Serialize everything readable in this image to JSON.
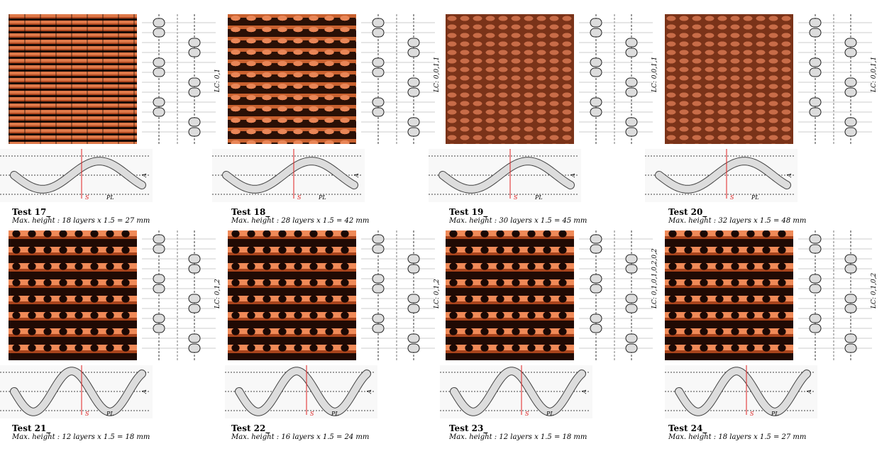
{
  "panels": [
    {
      "title": "Test 17_",
      "caption": "Max. height : 18 layers x 1.5 = 27 mm",
      "lc": "LC: 0,1",
      "texture": 1
    },
    {
      "title": "Test 18_",
      "caption": "Max. height : 28 layers x 1.5 = 42 mm",
      "lc": "LC: 0,0,1,1",
      "texture": 2
    },
    {
      "title": "Test 19_",
      "caption": "Max. height : 30 layers x 1.5 = 45 mm",
      "lc": "LC: 0,0,1,1",
      "texture": 3
    },
    {
      "title": "Test 20_",
      "caption": "Max. height : 32 layers x 1.5 = 48 mm",
      "lc": "LC: 0,0,1,1",
      "texture": 3
    },
    {
      "title": "Test 21_",
      "caption": "Max. height : 12 layers x 1.5 = 18 mm",
      "lc": "LC: 0,1,2",
      "texture": 4
    },
    {
      "title": "Test 22_",
      "caption": "Max. height : 16 layers x 1.5 = 24 mm",
      "lc": "LC: 0,1,2",
      "texture": 4
    },
    {
      "title": "Test 23_",
      "caption": "Max. height : 12 layers x 1.5 = 18 mm",
      "lc": "LC: 0,1,0,1,0,2,0,2",
      "texture": 4
    },
    {
      "title": "Test 24_",
      "caption": "Max. height : 18 layers x 1.5 = 27 mm",
      "lc": "LC: 0,1,0,2",
      "texture": 4
    }
  ],
  "labels": {
    "s": "S",
    "pl": "PL",
    "a": "A"
  },
  "colors": {
    "accent": "#e02020"
  }
}
